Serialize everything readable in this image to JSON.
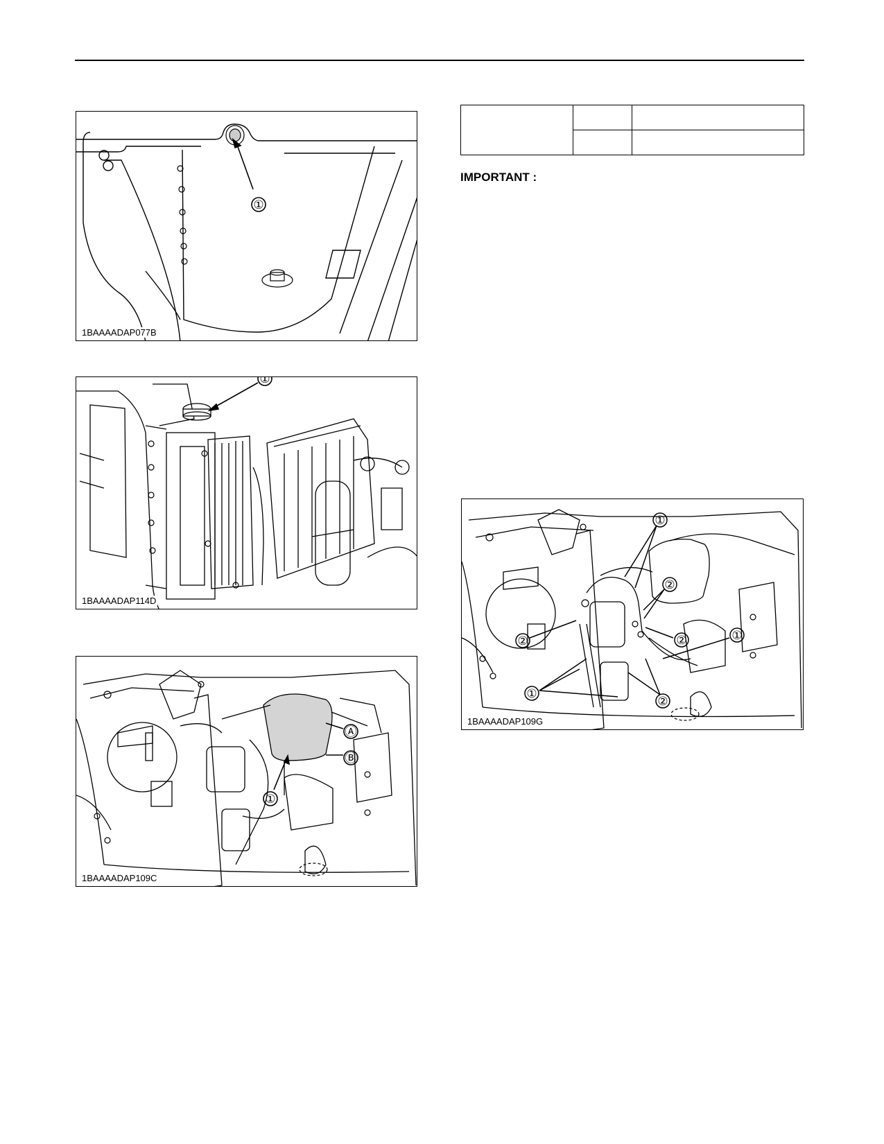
{
  "figures": [
    {
      "code": "1BAAAADAP077B",
      "callouts": [
        "①"
      ]
    },
    {
      "code": "1BAAAADAP114D",
      "callouts": [
        "①"
      ]
    },
    {
      "code": "1BAAAADAP109C",
      "callouts": [
        "Ⓐ",
        "Ⓑ",
        "①"
      ]
    },
    {
      "code": "1BAAAADAP109G",
      "callouts": [
        "①",
        "②",
        "②",
        "②",
        "①",
        "①",
        "②"
      ]
    }
  ],
  "spec_table": {
    "rows": [
      [
        "",
        "",
        ""
      ],
      [
        "",
        ""
      ]
    ]
  },
  "important_heading": "IMPORTANT :"
}
